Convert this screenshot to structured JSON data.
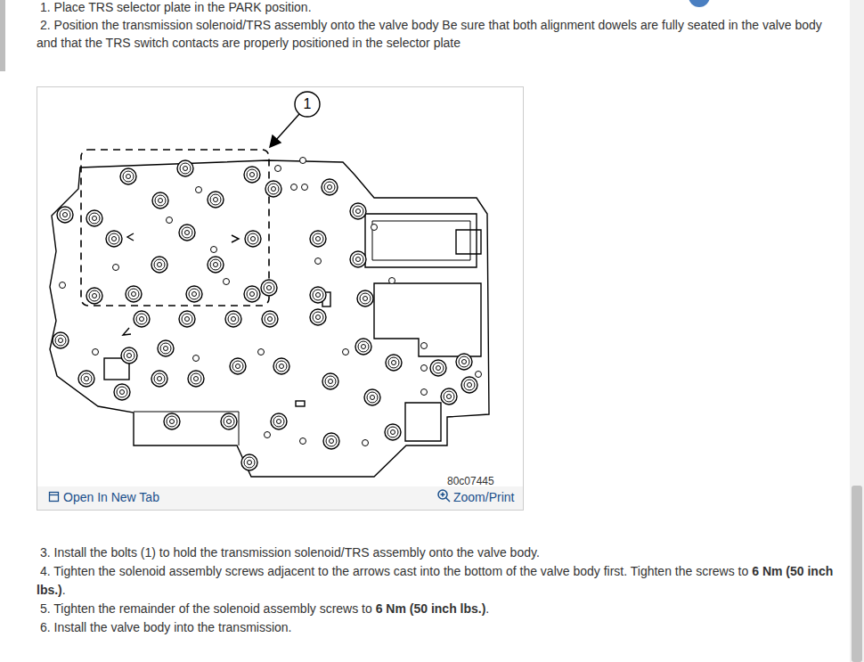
{
  "diagram": {
    "labels": [
      "1. Place TRS selector plate in the PARK position.",
      "2. Position the transmission solenoid/TRS assembly onto the valve body Be sure that both alignment dowels are fully seated in the valve body and that the TRS switch contacts are properly positioned in the selector plate",
      "1",
      "80c07445",
      "Open In New Tab",
      "Zoom/Print",
      "3. Install the bolts (1) to hold the transmission solenoid/TRS assembly onto the valve body.",
      "4. Tighten the solenoid assembly screws adjacent to the arrows cast into the bottom of the valve body first. Tighten the screws to",
      "6 Nm (50 inch lbs.)",
      ".",
      "5. Tighten the remainder of the solenoid assembly screws to",
      "6 Nm (50 inch lbs.)",
      ".",
      "6. Install the valve body into the transmission."
    ]
  }
}
